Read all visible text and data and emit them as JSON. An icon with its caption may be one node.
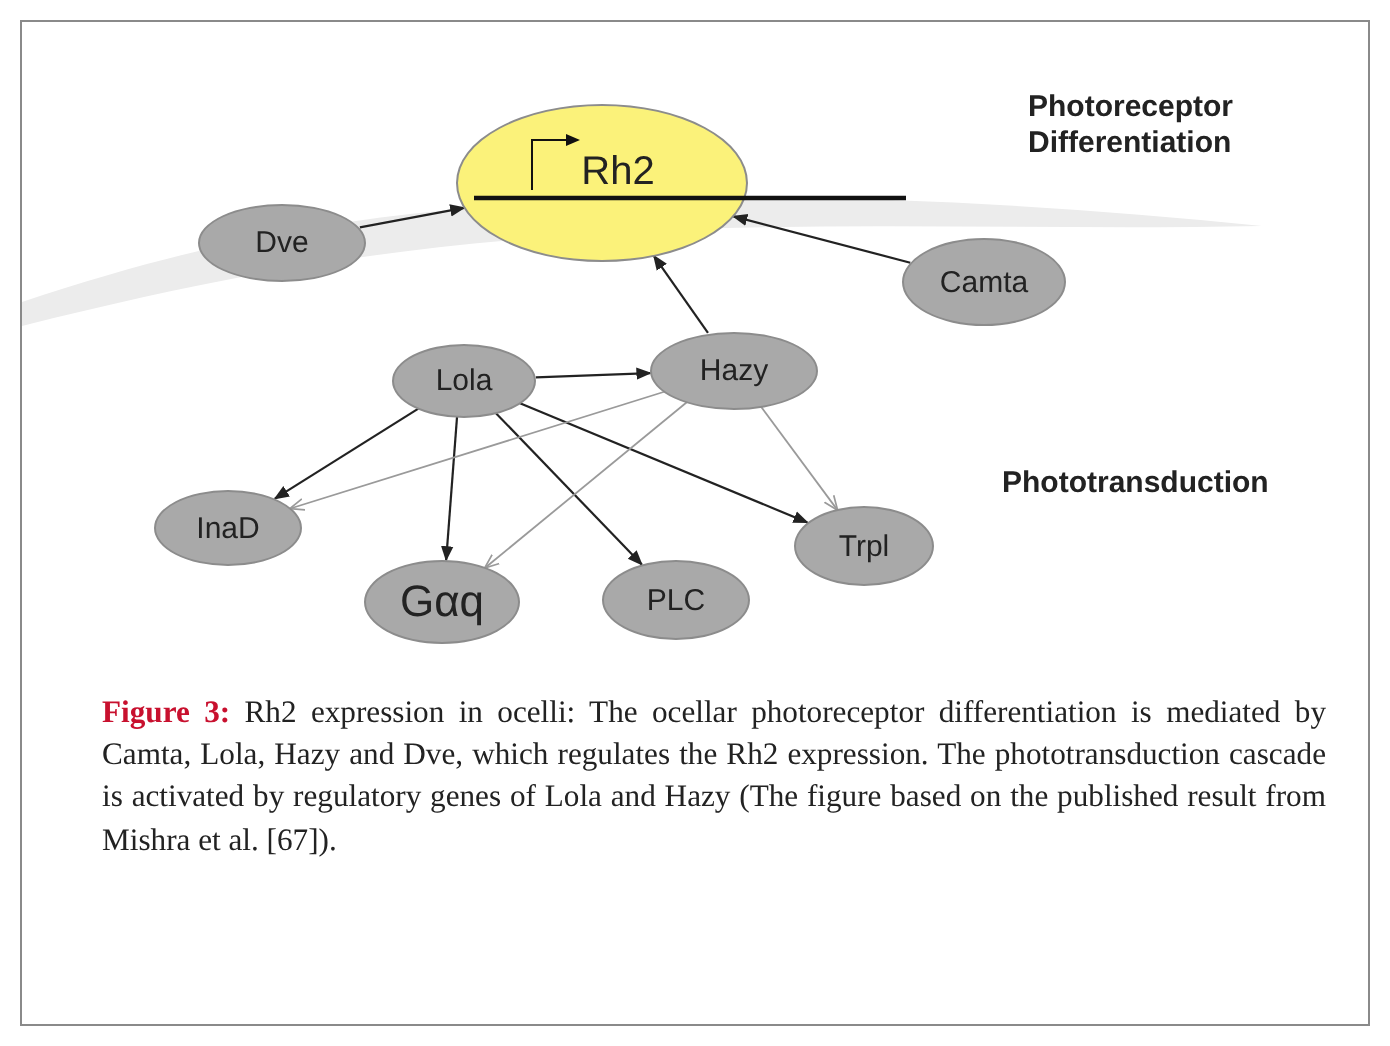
{
  "diagram": {
    "caption": "**Figure 3:** Rh2 expression in ocelli: The ocellar photoreceptor differentiation is mediated by Camta, Lola, Hazy and Dve, which regulates the Rh2 expression. The phototransduction cascade is activated by regulatory genes of Lola and Hazy (The figure based on the published result from Mishra et al. [67]).",
    "nodes": [
      {
        "text": [
          "Rh2"
        ]
      },
      {
        "text": [
          "Dve"
        ]
      },
      {
        "text": [
          "Camta"
        ]
      },
      {
        "text": [
          "Lola"
        ]
      },
      {
        "text": [
          "Hazy"
        ]
      },
      {
        "text": [
          "InaD"
        ]
      },
      {
        "text": [
          "Gαq"
        ]
      },
      {
        "text": [
          "PLC"
        ]
      },
      {
        "text": [
          "Trpl"
        ]
      }
    ],
    "edges": [
      {
        "from": 1,
        "to": 0,
        "arrow": "to"
      },
      {
        "from": 2,
        "to": 0,
        "arrow": "to"
      },
      {
        "from": 4,
        "to": 0,
        "arrow": "to"
      },
      {
        "from": 3,
        "to": 4,
        "arrow": "to"
      },
      {
        "from": 3,
        "to": 5,
        "arrow": "to"
      },
      {
        "from": 3,
        "to": 6,
        "arrow": "to"
      },
      {
        "from": 3,
        "to": 7,
        "arrow": "to"
      },
      {
        "from": 3,
        "to": 8,
        "arrow": "to"
      },
      {
        "from": 4,
        "to": 5,
        "arrow": "to",
        "color": "#9a9a9a"
      },
      {
        "from": 4,
        "to": 6,
        "arrow": "to",
        "color": "#9a9a9a"
      },
      {
        "from": 4,
        "to": 8,
        "arrow": "to",
        "color": "#9a9a9a"
      }
    ],
    "labels": [
      "Photoreceptor Differentiation",
      "Phototransduction"
    ]
  }
}
